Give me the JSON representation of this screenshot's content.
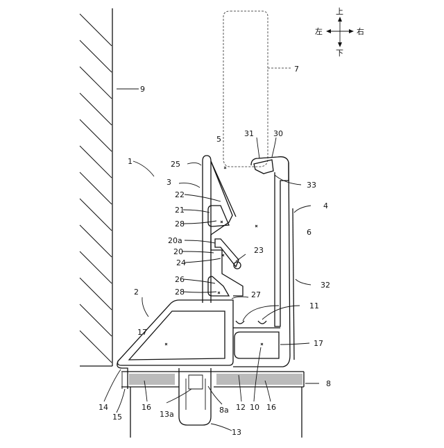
{
  "compass": {
    "up": "上",
    "down": "下",
    "left": "左",
    "right": "右"
  },
  "labels": {
    "n1": "1",
    "n2": "2",
    "n3": "3",
    "n4": "4",
    "n5": "5",
    "n6": "6",
    "n7": "7",
    "n8": "8",
    "n8a": "8a",
    "n9": "9",
    "n10": "10",
    "n11": "11",
    "n12": "12",
    "n13": "13",
    "n13a": "13a",
    "n14": "14",
    "n15": "15",
    "n16a": "16",
    "n16b": "16",
    "n17a": "17",
    "n17b": "17",
    "n20": "20",
    "n20a": "20a",
    "n21": "21",
    "n22": "22",
    "n23": "23",
    "n24": "24",
    "n25": "25",
    "n26": "26",
    "n27": "27",
    "n28a": "28",
    "n28b": "28",
    "n30": "30",
    "n31": "31",
    "n32": "32",
    "n33": "33"
  },
  "colors": {
    "line": "#111111",
    "seal": "#bbbbbb",
    "panel": "#555555"
  }
}
